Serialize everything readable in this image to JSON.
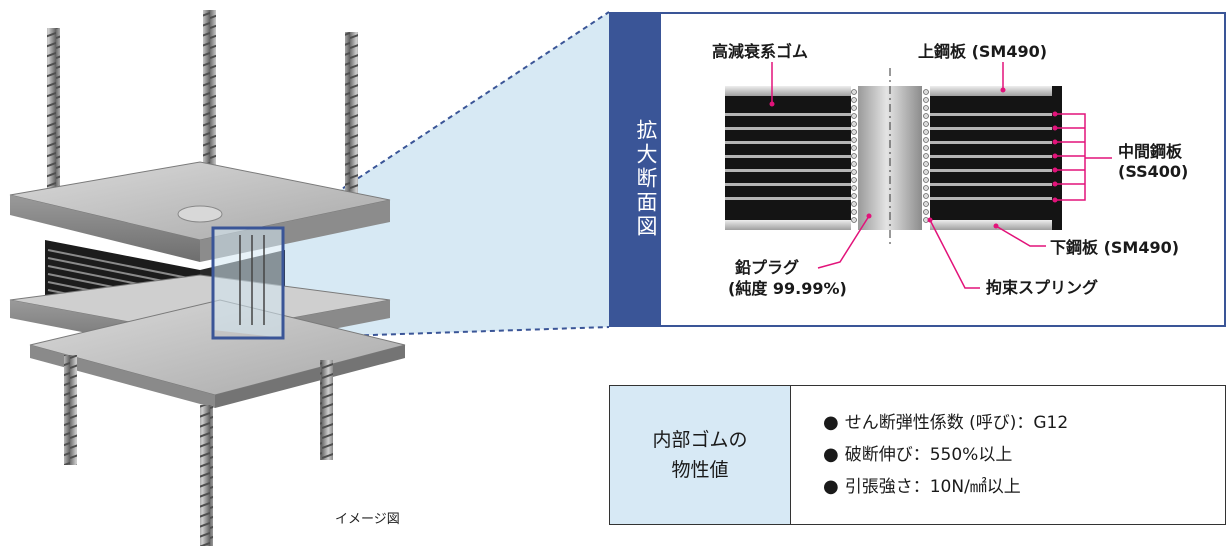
{
  "zoom_title": "拡大断面図",
  "labels": {
    "rubber": "高減衰系ゴム",
    "top_plate": "上鋼板 (SM490)",
    "mid_plate_1": "中間鋼板",
    "mid_plate_2": "(SS400)",
    "bottom_plate": "下鋼板 (SM490)",
    "lead_plug_1": "鉛プラグ",
    "lead_plug_2": "(純度 99.99%)",
    "spring": "拘束スプリング"
  },
  "properties": {
    "head_line1": "内部ゴムの",
    "head_line2": "物性値",
    "bullet": "●",
    "rows": [
      "せん断弾性係数 (呼び)：G12",
      "破断伸び：550%以上",
      "引張強さ：10N/㎟以上"
    ]
  },
  "caption": "イメージ図",
  "colors": {
    "accent": "#3a5597",
    "leader": "#e2137a",
    "table_head": "#d7e9f5",
    "zoom_fill": "#d3e7f3"
  }
}
